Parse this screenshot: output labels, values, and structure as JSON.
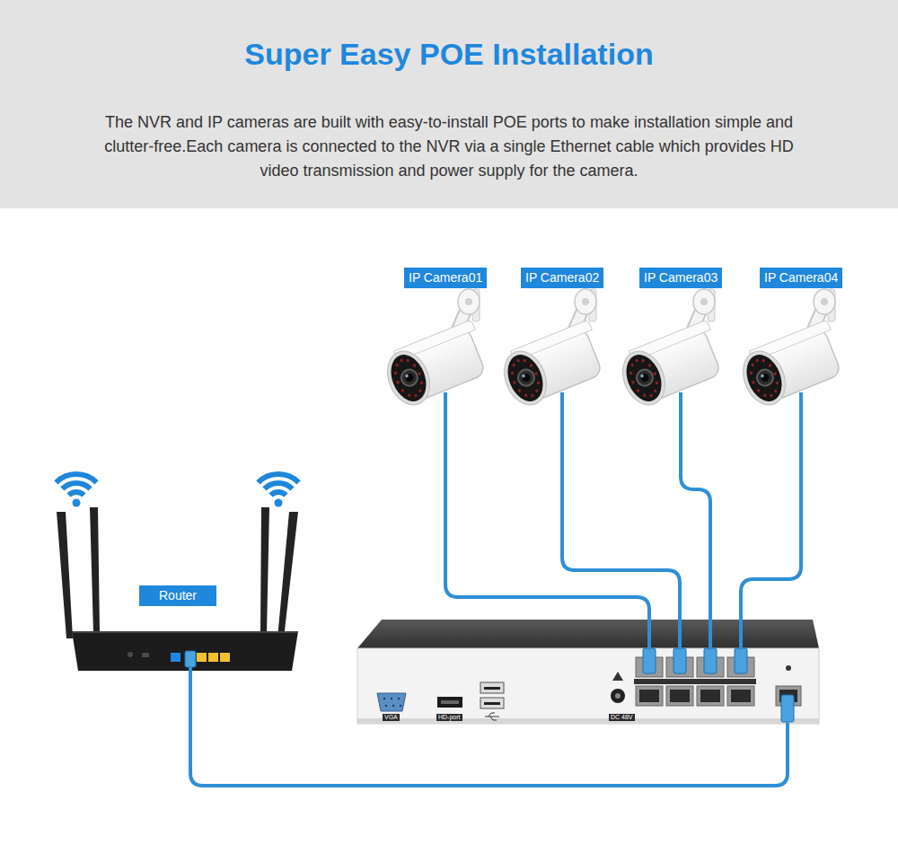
{
  "diagram": {
    "title": "Super Easy POE Installation",
    "nodes": [
      {
        "text": [
          "IP Camera01"
        ]
      },
      {
        "text": [
          "IP Camera02"
        ]
      },
      {
        "text": [
          "IP Camera03"
        ]
      },
      {
        "text": [
          "IP Camera04"
        ]
      },
      {
        "text": [
          "Router"
        ]
      },
      {
        "text": [
          "VGA",
          "HD-port",
          "DC 48V"
        ]
      }
    ],
    "edges": [
      {
        "from": 0,
        "to": 5,
        "arrow": "none"
      },
      {
        "from": 1,
        "to": 5,
        "arrow": "none"
      },
      {
        "from": 2,
        "to": 5,
        "arrow": "none"
      },
      {
        "from": 3,
        "to": 5,
        "arrow": "none"
      },
      {
        "from": 4,
        "to": 5,
        "arrow": "none"
      }
    ],
    "labels": [
      "The NVR and IP cameras are built with easy-to-install POE ports to make installation simple and clutter-free.Each camera is connected to the NVR via a single Ethernet cable which provides HD video transmission and power supply for the camera."
    ]
  }
}
